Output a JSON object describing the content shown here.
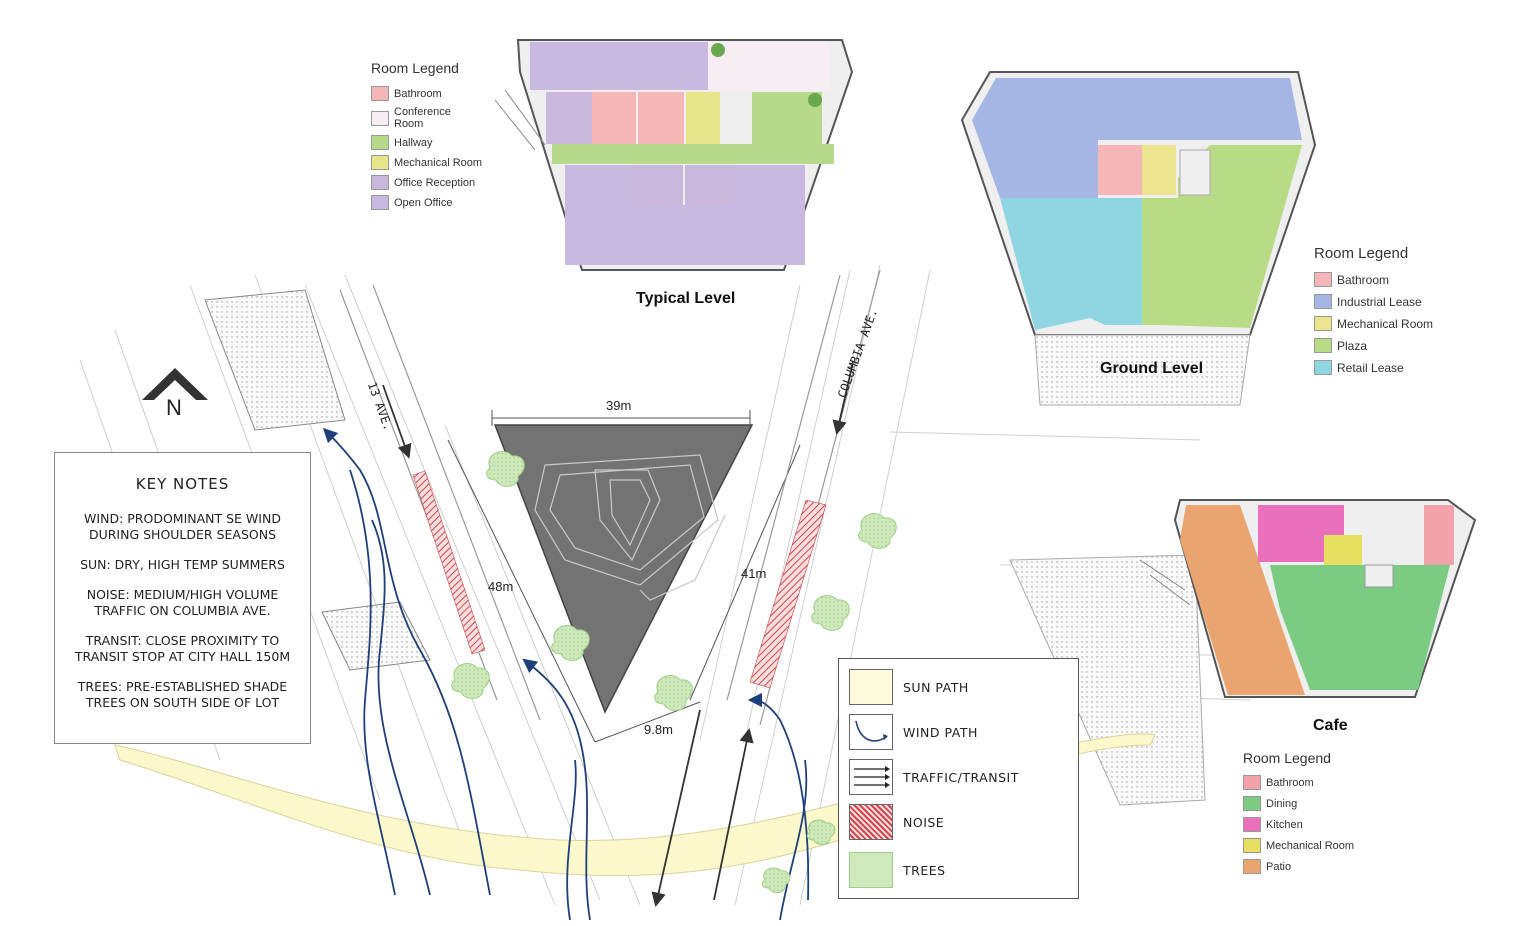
{
  "typical_level": {
    "title": "Typical Level",
    "legend_title": "Room Legend",
    "legend": [
      {
        "label": "Bathroom",
        "color": "#f4b6b6"
      },
      {
        "label": "Conference Room",
        "color": "#f6eef4"
      },
      {
        "label": "Hallway",
        "color": "#b7d98b"
      },
      {
        "label": "Mechanical Room",
        "color": "#e6e58a"
      },
      {
        "label": "Office Reception",
        "color": "#c9b7dc"
      },
      {
        "label": "Open Office",
        "color": "#c7b9e0"
      }
    ]
  },
  "ground_level": {
    "title": "Ground Level",
    "legend_title": "Room Legend",
    "legend": [
      {
        "label": "Bathroom",
        "color": "#f4b6b6"
      },
      {
        "label": "Industrial Lease",
        "color": "#a6b6e4"
      },
      {
        "label": "Mechanical Room",
        "color": "#ece38e"
      },
      {
        "label": "Plaza",
        "color": "#b8db86"
      },
      {
        "label": "Retail Lease",
        "color": "#8fd5e2"
      }
    ]
  },
  "cafe": {
    "title": "Cafe",
    "legend_title": "Room Legend",
    "legend": [
      {
        "label": "Bathroom",
        "color": "#f2a3a9"
      },
      {
        "label": "Dining",
        "color": "#7bcc82"
      },
      {
        "label": "Kitchen",
        "color": "#ea6fbd"
      },
      {
        "label": "Mechanical Room",
        "color": "#e6df62"
      },
      {
        "label": "Patio",
        "color": "#eaa470"
      }
    ]
  },
  "site": {
    "north_label": "N",
    "street_13": "13 AVE.",
    "street_columbia": "COLUMBIA AVE.",
    "dimensions": {
      "top": "39m",
      "left": "48m",
      "right": "41m",
      "bottom": "9.8m"
    }
  },
  "key_notes": {
    "title": "KEY NOTES",
    "lines": [
      "WIND: PRODOMINANT SE WIND",
      "DURING SHOULDER SEASONS",
      "SUN: DRY, HIGH TEMP SUMMERS",
      "NOISE: MEDIUM/HIGH VOLUME",
      "TRAFFIC ON COLUMBIA AVE.",
      "TRANSIT: CLOSE PROXIMITY TO",
      "TRANSIT STOP AT CITY HALL 150M",
      "TREES: PRE-ESTABLISHED SHADE",
      "TREES ON SOUTH SIDE OF LOT"
    ]
  },
  "site_legend": [
    {
      "label": "SUN PATH",
      "color": "#fdfbdc"
    },
    {
      "label": "WIND PATH",
      "color": "#1f3f7a"
    },
    {
      "label": "TRAFFIC/TRANSIT",
      "color": "#222222"
    },
    {
      "label": "NOISE",
      "color": "#d96b6b"
    },
    {
      "label": "TREES",
      "color": "#c5e5b0"
    }
  ]
}
